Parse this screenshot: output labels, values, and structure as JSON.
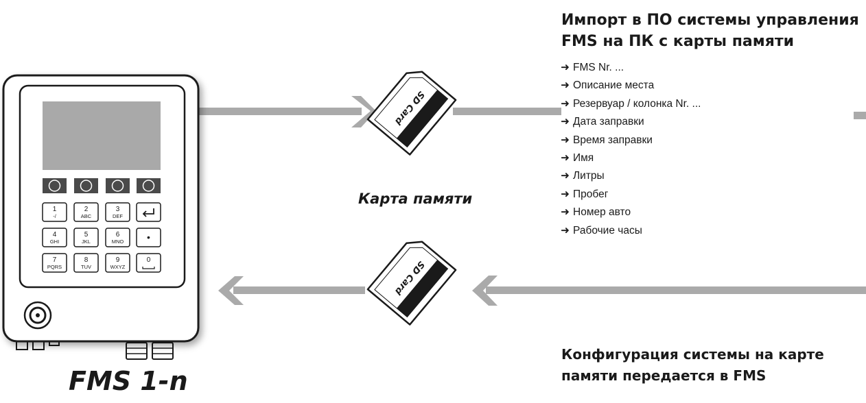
{
  "import_title": {
    "line1": "Импорт в ПО системы управления",
    "line2": "FMS на ПК с карты памяти"
  },
  "export_items": [
    "FMS Nr. ...",
    "Описание места",
    "Резервуар / колонка Nr. ...",
    "Дата заправки",
    "Время заправки",
    "Имя",
    "Литры",
    "Пробег",
    "Номер авто",
    "Рабочие часы"
  ],
  "list_arrow_glyph": "➜",
  "memory_card_caption": "Карта памяти",
  "config_title": {
    "line1": "Конфигурация системы на карте",
    "line2": "памяти передается в FMS"
  },
  "device": {
    "name": "FMS 1-n",
    "keypad": [
      {
        "main": "1",
        "sub": "-/"
      },
      {
        "main": "2",
        "sub": "ABC"
      },
      {
        "main": "3",
        "sub": "DEF"
      },
      {
        "main": "",
        "sub": "",
        "icon": "enter-icon"
      },
      {
        "main": "4",
        "sub": "GHI"
      },
      {
        "main": "5",
        "sub": "JKL"
      },
      {
        "main": "6",
        "sub": "MNO"
      },
      {
        "main": "•",
        "sub": ""
      },
      {
        "main": "7",
        "sub": "PQRS"
      },
      {
        "main": "8",
        "sub": "TUV"
      },
      {
        "main": "9",
        "sub": "WXYZ"
      },
      {
        "main": "0",
        "sub": "space",
        "icon": "space-icon"
      }
    ]
  },
  "sd_card_label": "SD Card",
  "colors": {
    "arrow": "#aaaaaa",
    "outline": "#1a1a1a",
    "screen": "#a9a9a9",
    "function_key": "#4a4a4a",
    "sd_label_stripe": "#1a1a1a"
  }
}
